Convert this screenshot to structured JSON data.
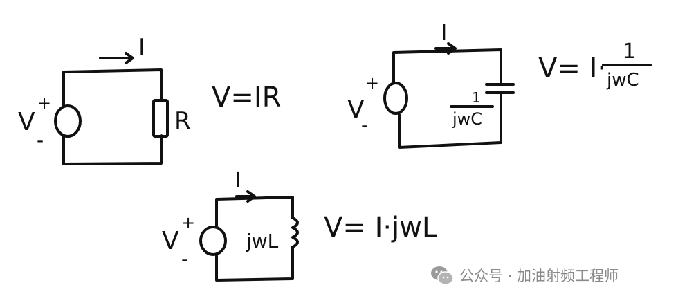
{
  "circuits": {
    "resistor": {
      "current": "I",
      "source_label": "V",
      "plus": "+",
      "minus": "-",
      "component_label": "R",
      "equation": "V=IR"
    },
    "capacitor": {
      "current": "I",
      "source_label": "V",
      "plus": "+",
      "minus": "-",
      "impedance_numerator": "1",
      "impedance_denominator": "jwC",
      "equation_left": "V= I·",
      "equation_numerator": "1",
      "equation_denominator": "jwC"
    },
    "inductor": {
      "current": "I",
      "source_label": "V",
      "plus": "+",
      "minus": "-",
      "component_label": "jwL",
      "equation": "V= I·jwL"
    }
  },
  "watermark": {
    "logo": "wechat-icon",
    "text": "公众号 · 加油射频工程师"
  }
}
